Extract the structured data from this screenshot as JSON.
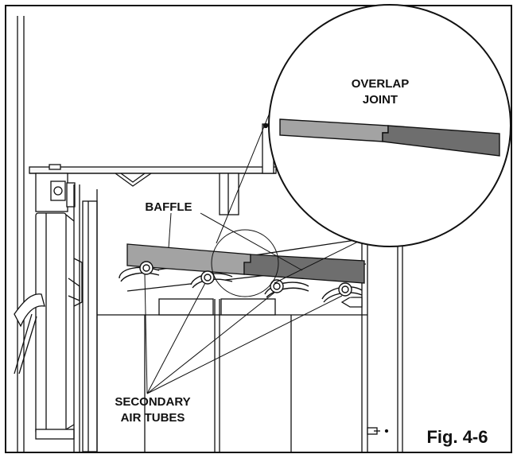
{
  "labels": {
    "overlap_line1": "OVERLAP",
    "overlap_line2": "JOINT",
    "baffle": "BAFFLE",
    "secondary_line1": "SECONDARY",
    "secondary_line2": "AIR TUBES",
    "figure_number": "Fig. 4-6"
  },
  "colors": {
    "line": "#111111",
    "baffle_light": "#a3a3a3",
    "baffle_dark": "#6e6e6e",
    "panel": "#f2f2f2"
  }
}
